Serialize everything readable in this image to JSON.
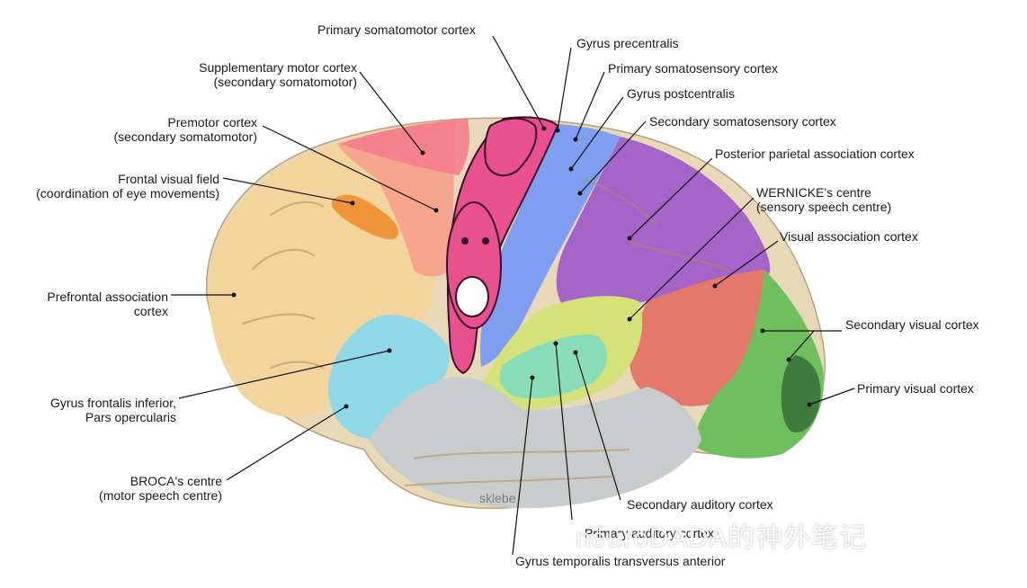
{
  "labels": {
    "primary_somatomotor": "Primary somatomotor cortex",
    "gyrus_precentralis": "Gyrus precentralis",
    "primary_somatosensory": "Primary somatosensory cortex",
    "gyrus_postcentralis": "Gyrus postcentralis",
    "secondary_somatosensory": "Secondary somatosensory cortex",
    "posterior_parietal": "Posterior parietal association cortex",
    "wernicke_line1": "WERNICKE's centre",
    "wernicke_line2": "(sensory speech centre)",
    "visual_association": "Visual association cortex",
    "secondary_visual": "Secondary visual cortex",
    "primary_visual": "Primary visual cortex",
    "secondary_auditory": "Secondary auditory cortex",
    "primary_auditory": "Primary auditory cortex",
    "gyrus_temporalis": "Gyrus temporalis transversus anterior",
    "supplementary_line1": "Supplementary motor cortex",
    "supplementary_line2": "(secondary somatomotor)",
    "premotor_line1": "Premotor cortex",
    "premotor_line2": "(secondary somatomotor)",
    "frontal_visual_line1": "Frontal visual field",
    "frontal_visual_line2": "(coordination of eye movements)",
    "prefrontal_line1": "Prefrontal association",
    "prefrontal_line2": "cortex",
    "gyrus_frontalis_line1": "Gyrus frontalis inferior,",
    "gyrus_frontalis_line2": "Pars opercularis",
    "broca_line1": "BROCA's centre",
    "broca_line2": "(motor speech centre)"
  },
  "artist_signature": "sklebe",
  "watermark": "neuroDADA的神外笔记",
  "colors": {
    "prefrontal": "#f2d49a",
    "premotor": "#f7a08c",
    "supplementary": "#f47a8c",
    "motor_homunculus": "#e8508f",
    "somatosensory": "#7f9ef0",
    "parietal": "#a565c8",
    "wernicke": "#d4e27a",
    "auditory": "#88ddb8",
    "visual_association": "#e4786a",
    "secondary_visual": "#6fbf5e",
    "primary_visual": "#3f7a3f",
    "temporal": "#c9cccd",
    "broca": "#8ed8e8",
    "frontal_eye": "#f0953a"
  }
}
